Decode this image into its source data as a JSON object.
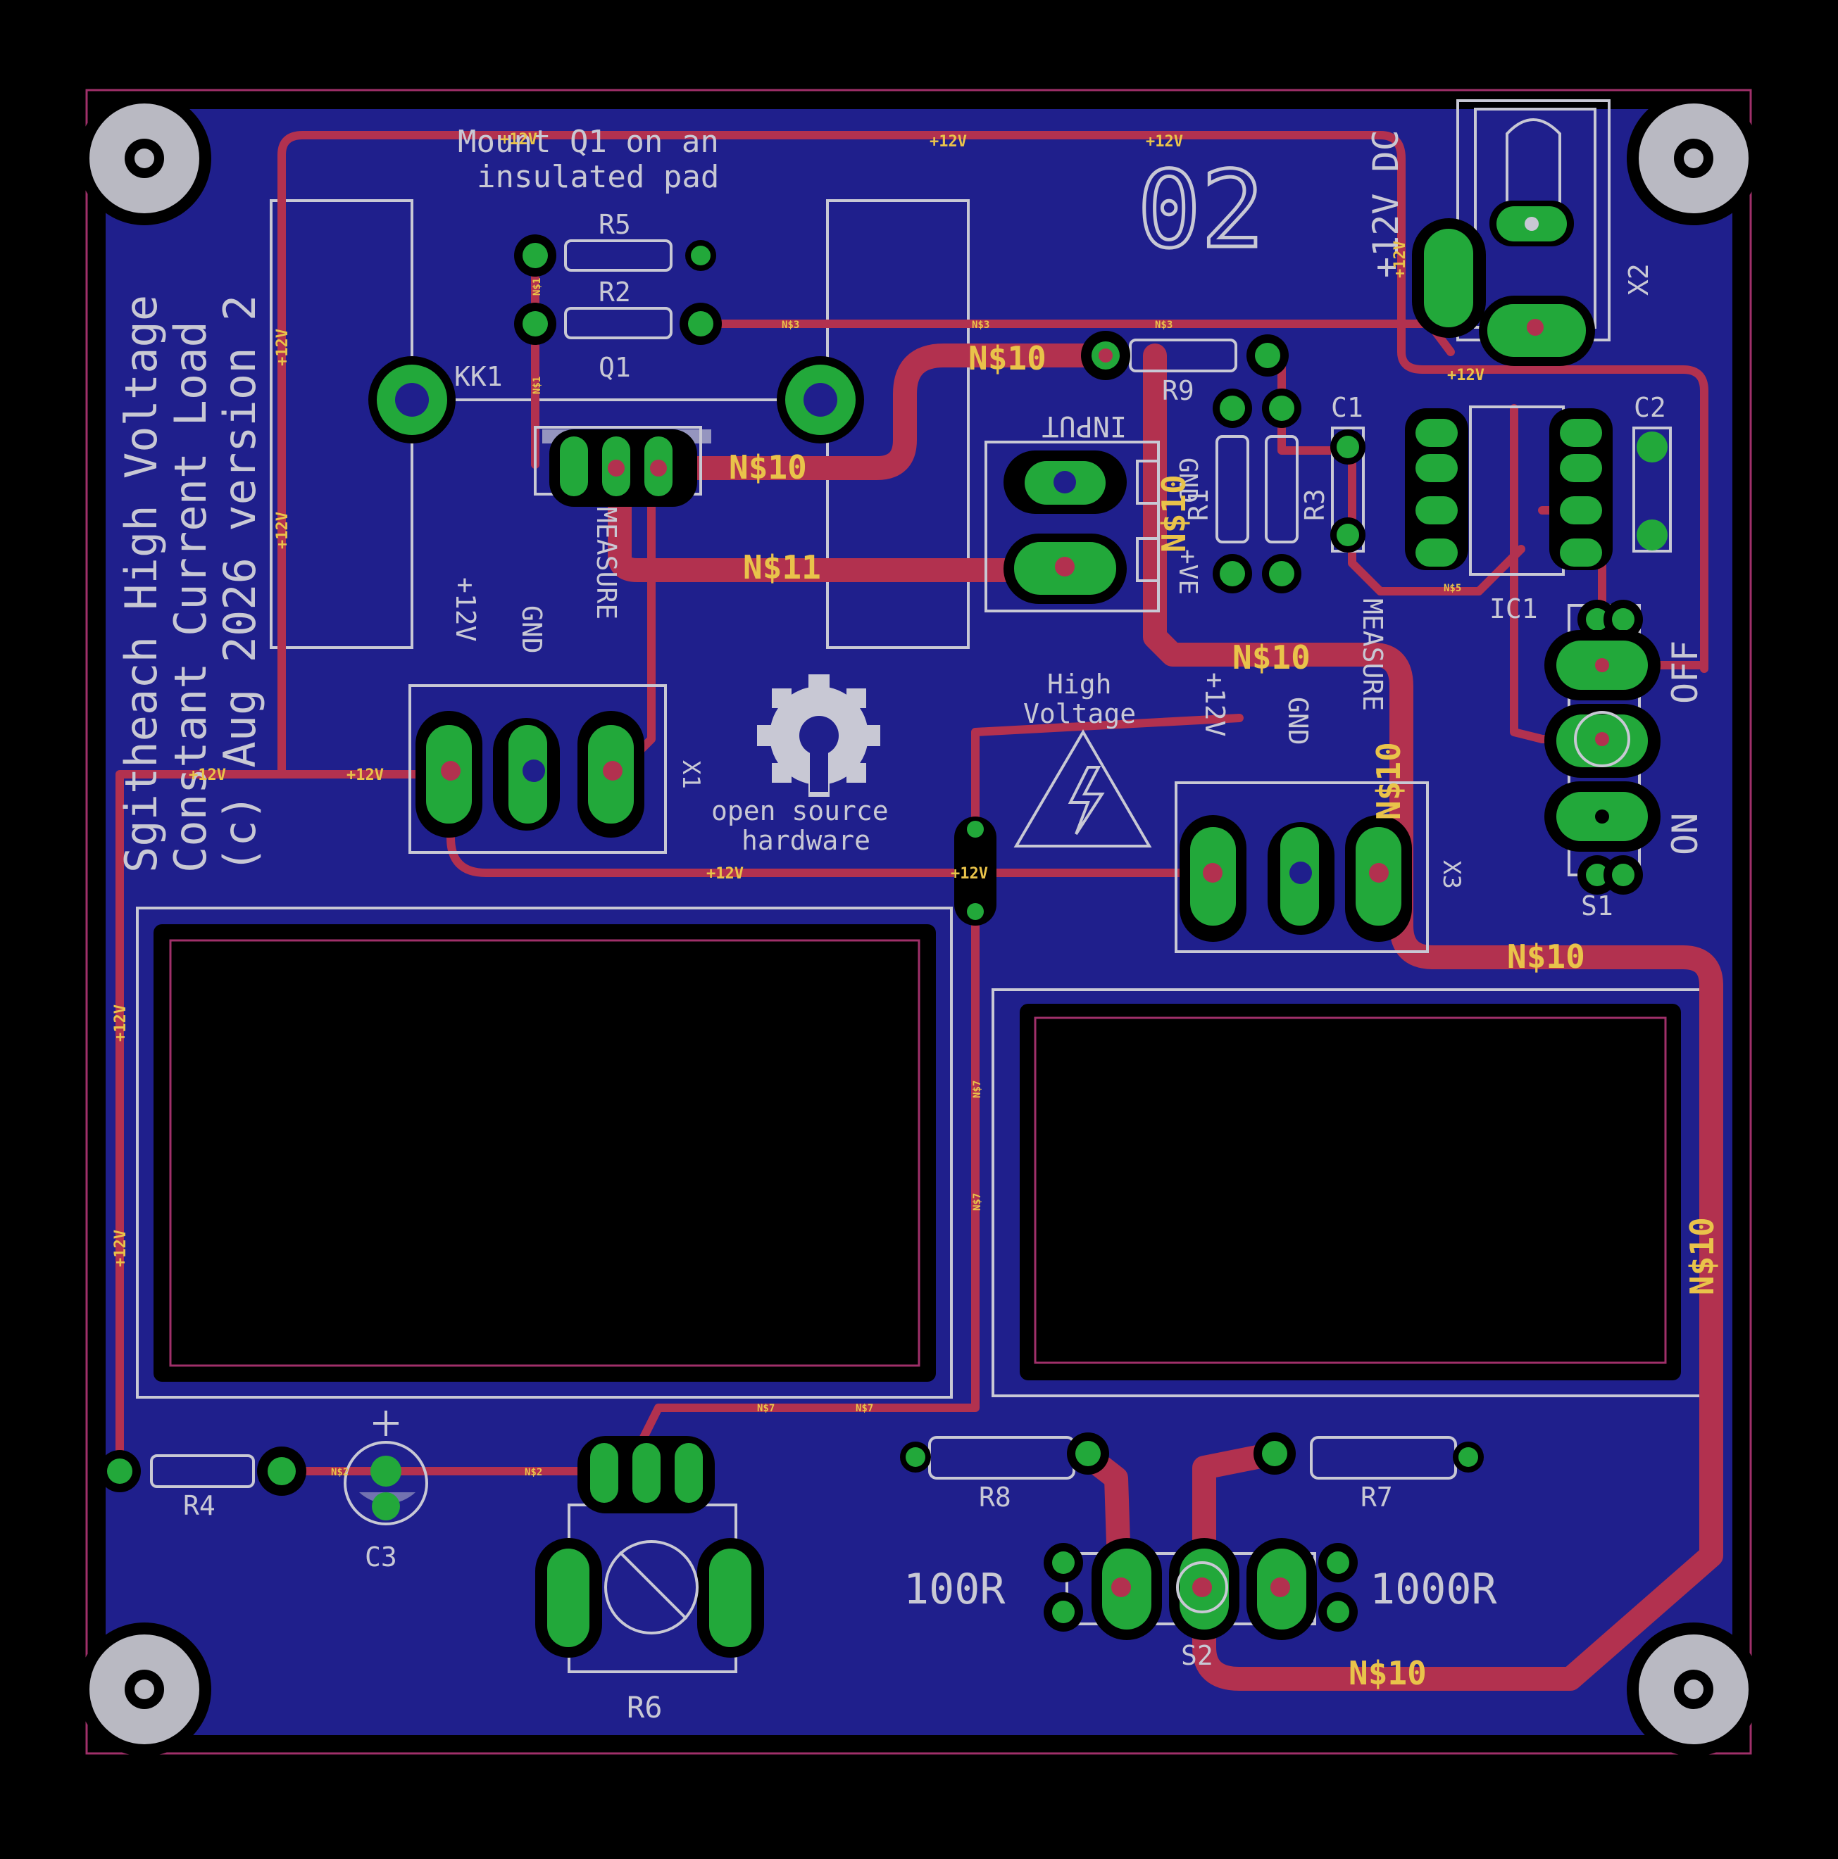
{
  "board": {
    "title_lines": [
      "Sgitheach High Voltage",
      "Constant Current Load",
      "(c) Aug 2026 version 2"
    ],
    "note_lines": [
      "Mount Q1 on an",
      "insulated pad"
    ],
    "revision": "02",
    "warning_lines": [
      "High",
      "Voltage"
    ],
    "oshw_lines": [
      "open source",
      "hardware"
    ],
    "colors": {
      "background": "#000000",
      "copper_pour": "#1f1f8c",
      "trace": "#b2314f",
      "pad": "#22a83a",
      "silkscreen": "#c8c8d4",
      "net_label": "#e9c34a",
      "outline": "#a0306a"
    }
  },
  "components": {
    "R5": "R5",
    "R2": "R2",
    "Q1": "Q1",
    "KK1": "KK1",
    "R9": "R9",
    "R1": "R1",
    "R3": "R3",
    "C1": "C1",
    "C2": "C2",
    "IC1": "IC1",
    "X2": "X2",
    "X1": "X1",
    "X3": "X3",
    "S1": "S1",
    "R4": "R4",
    "C3": "C3",
    "R6": "R6",
    "R8": "R8",
    "R7": "R7",
    "S2": "S2"
  },
  "connector_labels": {
    "x2_voltage": "+12V DC",
    "x1_pins": [
      "+12V",
      "GND",
      "MEASURE"
    ],
    "x1_tag": "X1",
    "x3_pins": [
      "+12V",
      "GND",
      "MEASURE"
    ],
    "input_block": "INPUT",
    "input_pins": [
      "GND",
      "+VE"
    ],
    "switch_s1": [
      "OFF",
      "ON"
    ],
    "switch_s2": [
      "100R",
      "1000R"
    ]
  },
  "nets": {
    "n10": "N$10",
    "n11": "N$11",
    "v12": "+12V",
    "n3": "N$3",
    "n1": "N$1",
    "n2": "N$2",
    "n5": "N$5",
    "n7": "N$7"
  }
}
